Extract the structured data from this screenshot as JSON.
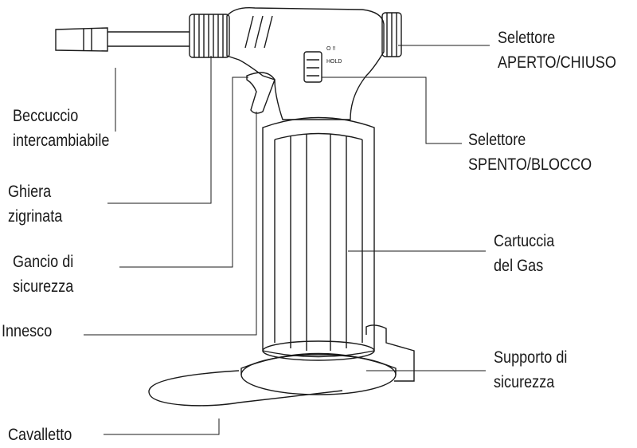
{
  "labels": {
    "nozzle": [
      "Beccuccio",
      "intercambiabile"
    ],
    "knurled_ring": [
      "Ghiera",
      "zigrinata"
    ],
    "safety_hook": [
      "Gancio di",
      "sicurezza"
    ],
    "trigger": [
      "Innesco"
    ],
    "stand": [
      "Cavalletto"
    ],
    "open_close_selector": [
      "Selettore",
      "APERTO/CHIUSO"
    ],
    "off_lock_selector": [
      "Selettore",
      "SPENTO/BLOCCO"
    ],
    "gas_cartridge": [
      "Cartuccia",
      "del Gas"
    ],
    "safety_support": [
      "Supporto di",
      "sicurezza"
    ]
  },
  "switch_marks": {
    "on": "O !!",
    "hold": "HOLD"
  },
  "colors": {
    "line": "#1a1a1a",
    "background": "#ffffff"
  }
}
